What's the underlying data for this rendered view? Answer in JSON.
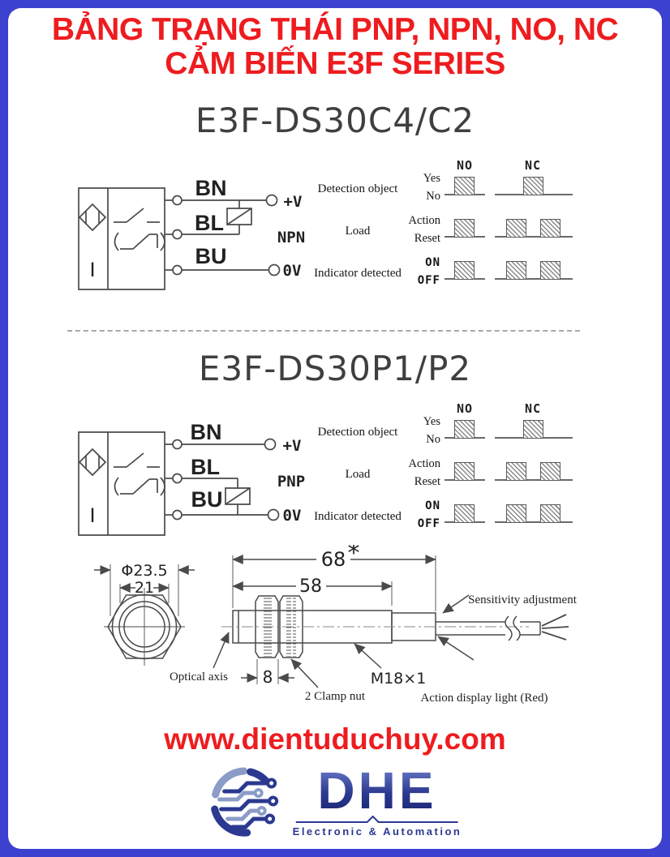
{
  "page": {
    "title_line1": "BẢNG TRẠNG THÁI PNP, NPN, NO, NC",
    "title_line2": "CẢM BIẾN E3F SERIES",
    "website": "www.dientuduchuy.com",
    "colors": {
      "frame_blue": "#3d41cf",
      "accent_red": "#ee1c1f",
      "bn_gold": "#b07d10",
      "bu_blue": "#1565d8",
      "logo_navy": "#2b3990",
      "logo_light_blue": "#8b9cc8",
      "line_gray": "#4a4a4a"
    }
  },
  "sections": [
    {
      "heading": "E3F-DS30C4/C2",
      "transistor": "NPN",
      "wires": {
        "bn": "BN",
        "bl": "BL",
        "bu": "BU"
      },
      "terminals": {
        "positive": "+V",
        "zero": "0V"
      },
      "sensor_label": "I"
    },
    {
      "heading": "E3F-DS30P1/P2",
      "transistor": "PNP",
      "wires": {
        "bn": "BN",
        "bl": "BL",
        "bu": "BU"
      },
      "terminals": {
        "positive": "+V",
        "zero": "0V"
      },
      "sensor_label": "I"
    }
  ],
  "timing": {
    "col_headers": [
      "NO",
      "NC"
    ],
    "rows": [
      {
        "label": "Detection object",
        "high": "Yes",
        "low": "No",
        "pulses": {
          "NO": 1,
          "NC": 1
        }
      },
      {
        "label": "Load",
        "high": "Action",
        "low": "Reset",
        "pulses": {
          "NO": 1,
          "NC": 2
        }
      },
      {
        "label": "Indicator detected",
        "high": "ON",
        "low": "OFF",
        "pulses": {
          "NO": 1,
          "NC": 2
        }
      }
    ]
  },
  "mechanical": {
    "front_diameter": "Φ23.5",
    "front_width": "21",
    "total_length": "68",
    "asterisk": "*",
    "body_length": "58",
    "nut_width": "8",
    "thread_label": "M18×1",
    "optical_axis": "Optical axis",
    "clamp_nut": "2 Clamp nut",
    "sensitivity": "Sensitivity adjustment",
    "action_light": "Action display light (Red)"
  },
  "logo": {
    "name": "DHE",
    "tagline": "Electronic & Automation"
  }
}
